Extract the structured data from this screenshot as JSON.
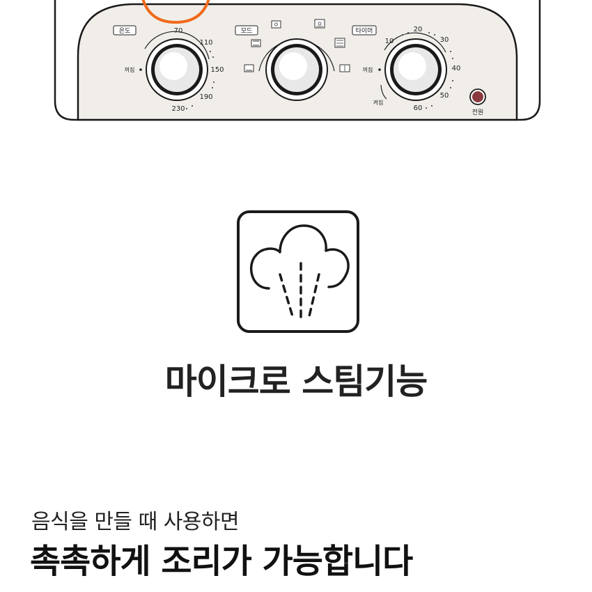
{
  "panel": {
    "temperature": {
      "tag": "온도",
      "off_label": "꺼짐",
      "ticks": [
        "70",
        "110",
        "150",
        "190",
        "230"
      ]
    },
    "mode": {
      "tag": "모드"
    },
    "timer": {
      "tag": "타이머",
      "off_label": "꺼짐",
      "on_label": "켜짐",
      "ticks": [
        "10",
        "20",
        "30",
        "40",
        "50",
        "60"
      ]
    },
    "power": {
      "label": "전원",
      "color": "#8a3a3e"
    },
    "highlight_color": "#f06a1a",
    "body_color": "#f1eeea"
  },
  "feature": {
    "icon": "steam-cloud-icon",
    "title": "마이크로 스팀기능"
  },
  "description": {
    "line1": "음식을 만들 때 사용하면",
    "line2": "촉촉하게 조리가 가능합니다"
  }
}
